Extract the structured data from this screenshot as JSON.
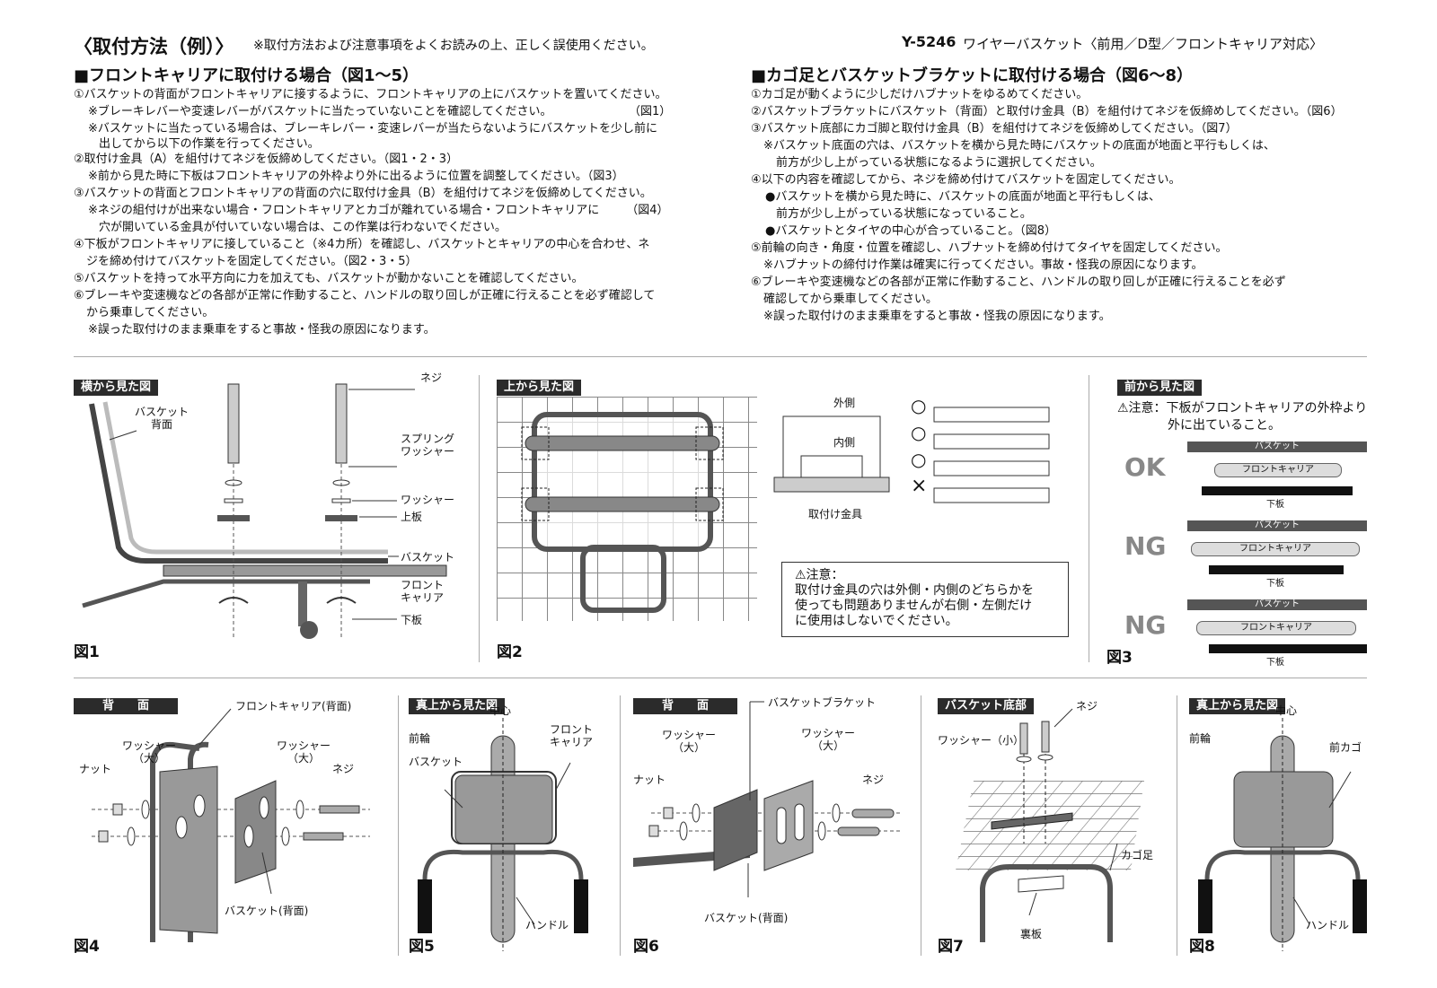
{
  "header": {
    "title": "〈取付方法（例）〉",
    "note": "※取付方法および注意事項をよくお読みの上、正しく誤使用ください。",
    "model": "Y-5246",
    "product": "ワイヤーバスケット〈前用／D型／フロントキャリア対応〉"
  },
  "left": {
    "heading": "■フロントキャリアに取付ける場合（図1〜5）",
    "lines": [
      "①バスケットの背面がフロントキャリアに接するように、フロントキャリアの上にバスケットを置いてください。",
      "※ブレーキレバーや変速レバーがバスケットに当たっていないことを確認してください。",
      "※バスケットに当たっている場合は、ブレーキレバー・変速レバーが当たらないようにバスケットを少し前に",
      "出してから以下の作業を行ってください。",
      "②取付け金具（A）を組付けてネジを仮締めしてください。（図1・2・3）",
      "※前から見た時に下板はフロントキャリアの外枠より外に出るように位置を調整してください。（図3）",
      "③バスケットの背面とフロントキャリアの背面の穴に取付け金具（B）を組付けてネジを仮締めしてください。",
      "※ネジの組付けが出来ない場合・フロントキャリアとカゴが離れている場合・フロントキャリアに",
      "穴が開いている金具が付いていない場合は、この作業は行わないでください。",
      "④下板がフロントキャリアに接していること（※4カ所）を確認し、バスケットとキャリアの中心を合わせ、ネ",
      "ジを締め付けてバスケットを固定してください。（図2・3・5）",
      "⑤バスケットを持って水平方向に力を加えても、バスケットが動かないことを確認してください。",
      "⑥ブレーキや変速機などの各部が正常に作動すること、ハンドルの取り回しが正確に行えることを必ず確認して",
      "から乗車してください。",
      "※誤った取付けのまま乗車をすると事故・怪我の原因になります。"
    ],
    "ref1": "（図1）",
    "ref4": "（図4）"
  },
  "right": {
    "heading": "■カゴ足とバスケットブラケットに取付ける場合（図6〜8）",
    "lines": [
      "①カゴ足が動くように少しだけハブナットをゆるめてください。",
      "②バスケットブラケットにバスケット（背面）と取付け金具（B）を組付けてネジを仮締めしてください。（図6）",
      "③バスケット底部にカゴ脚と取付け金具（B）を組付けてネジを仮締めしてください。（図7）",
      "※バスケット底面の穴は、バスケットを横から見た時にバスケットの底面が地面と平行もしくは、",
      "前方が少し上がっている状態になるように選択してください。",
      "④以下の内容を確認してから、ネジを締め付けてバスケットを固定してください。",
      "●バスケットを横から見た時に、バスケットの底面が地面と平行もしくは、",
      "前方が少し上がっている状態になっていること。",
      "●バスケットとタイヤの中心が合っていること。（図8）",
      "⑤前輪の向き・角度・位置を確認し、ハブナットを締め付けてタイヤを固定してください。",
      "※ハブナットの締付け作業は確実に行ってください。事故・怪我の原因になります。",
      "⑥ブレーキや変速機などの各部が正常に作動すること、ハンドルの取り回しが正確に行えることを必ず",
      "確認してから乗車してください。",
      "※誤った取付けのまま乗車をすると事故・怪我の原因になります。"
    ]
  },
  "fig1": {
    "label": "横から見た図",
    "num": "図1",
    "back": "バスケット\n背面",
    "screw": "ネジ",
    "spring": "スプリング\nワッシャー",
    "washer": "ワッシャー",
    "upper": "上板",
    "basket": "バスケット",
    "carrier": "フロント\nキャリア",
    "lower": "下板"
  },
  "fig2": {
    "label": "上から見た図",
    "num": "図2",
    "outer": "外側",
    "inner": "内側",
    "bracket": "取付け金具",
    "o": "○",
    "x": "×",
    "caution": "⚠注意：\n取付け金具の穴は外側・内側のどちらかを\n使っても問題ありませんが右側・左側だけ\nに使用はしないでください。"
  },
  "fig3": {
    "label": "前から見た図",
    "num": "図3",
    "caution": "⚠注意：下板がフロントキャリアの外枠より\n　　　　外に出ていること。",
    "rows": [
      {
        "status": "OK",
        "basket": "バスケット",
        "carrier": "フロントキャリア",
        "lower": "下板"
      },
      {
        "status": "NG",
        "basket": "バスケット",
        "carrier": "フロントキャリア",
        "lower": "下板"
      },
      {
        "status": "NG",
        "basket": "バスケット",
        "carrier": "フロントキャリア",
        "lower": "下板"
      }
    ]
  },
  "fig4": {
    "label": "背　　面",
    "num": "図4",
    "carrier": "フロントキャリア(背面)",
    "washerL": "ワッシャー\n（大）",
    "washerR": "ワッシャー\n（大）",
    "nut": "ナット",
    "screw": "ネジ",
    "basket": "バスケット(背面)"
  },
  "fig5": {
    "label": "真上から見た図",
    "num": "図5",
    "center": "中心",
    "wheel": "前輪",
    "carrier": "フロント\nキャリア",
    "basket": "バスケット",
    "handle": "ハンドル"
  },
  "fig6": {
    "label": "背　　面",
    "num": "図6",
    "bracket": "バスケットブラケット",
    "washerL": "ワッシャー\n（大）",
    "washerR": "ワッシャー\n（大）",
    "nut": "ナット",
    "screw": "ネジ",
    "basket": "バスケット(背面)"
  },
  "fig7": {
    "label": "バスケット底部",
    "num": "図7",
    "screw": "ネジ",
    "washer": "ワッシャー（小）",
    "leg": "カゴ足",
    "plate": "裏板"
  },
  "fig8": {
    "label": "真上から見た図",
    "num": "図8",
    "center": "中心",
    "wheel": "前輪",
    "basket": "前カゴ",
    "handle": "ハンドル"
  }
}
